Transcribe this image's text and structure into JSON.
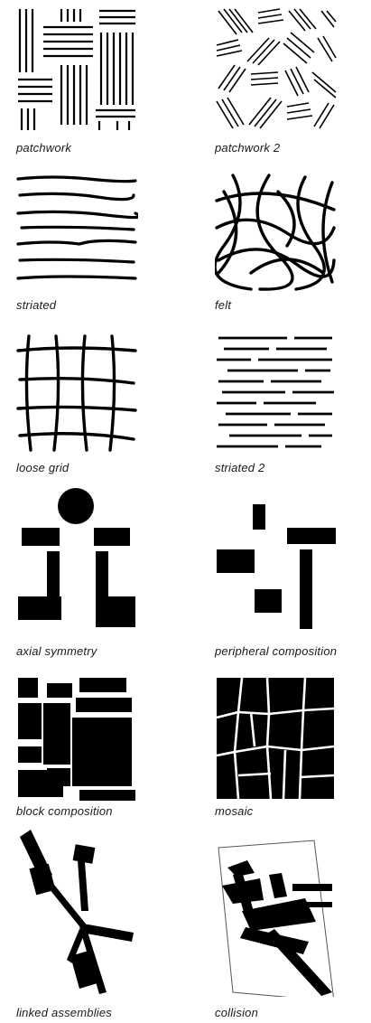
{
  "diagrams": [
    {
      "key": "patchwork",
      "label": "patchwork"
    },
    {
      "key": "patchwork2",
      "label": "patchwork 2"
    },
    {
      "key": "striated",
      "label": "striated"
    },
    {
      "key": "felt",
      "label": "felt"
    },
    {
      "key": "loose_grid",
      "label": "loose grid"
    },
    {
      "key": "striated2",
      "label": "striated 2"
    },
    {
      "key": "axial",
      "label": "axial symmetry"
    },
    {
      "key": "peripheral",
      "label": "peripheral composition"
    },
    {
      "key": "block",
      "label": "block composition"
    },
    {
      "key": "mosaic",
      "label": "mosaic"
    },
    {
      "key": "linked",
      "label": "linked assemblies"
    },
    {
      "key": "collision",
      "label": "collision"
    }
  ]
}
